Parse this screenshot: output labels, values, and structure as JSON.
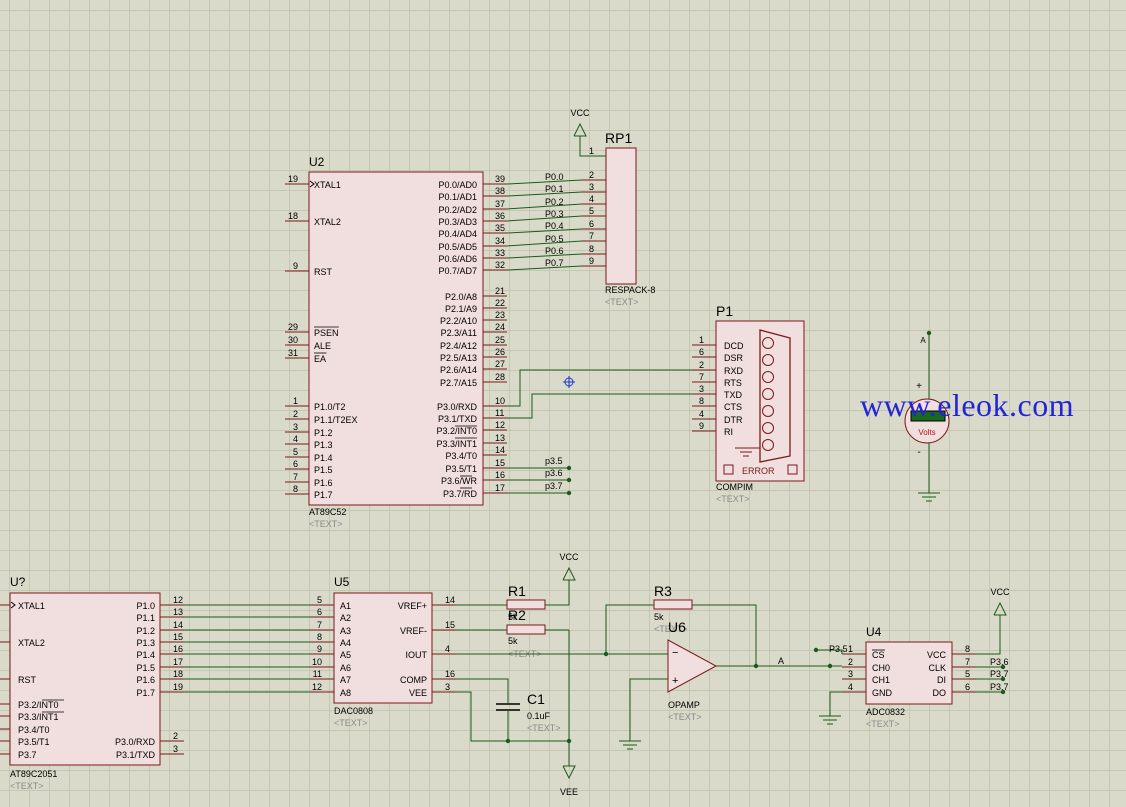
{
  "watermark": "www.eleok.com",
  "parts": {
    "U2": {
      "ref": "U2",
      "name": "AT89C52",
      "text": "<TEXT>",
      "left_pins": [
        [
          "19",
          "XTAL1"
        ],
        [
          "18",
          "XTAL2"
        ],
        [
          "9",
          "RST"
        ],
        [
          "29",
          "PSEN"
        ],
        [
          "30",
          "ALE"
        ],
        [
          "31",
          "EA"
        ],
        [
          "1",
          "P1.0/T2"
        ],
        [
          "2",
          "P1.1/T2EX"
        ],
        [
          "3",
          "P1.2"
        ],
        [
          "4",
          "P1.3"
        ],
        [
          "5",
          "P1.4"
        ],
        [
          "6",
          "P1.5"
        ],
        [
          "7",
          "P1.6"
        ],
        [
          "8",
          "P1.7"
        ]
      ],
      "right_pins": [
        [
          "39",
          "P0.0/AD0"
        ],
        [
          "38",
          "P0.1/AD1"
        ],
        [
          "37",
          "P0.2/AD2"
        ],
        [
          "36",
          "P0.3/AD3"
        ],
        [
          "35",
          "P0.4/AD4"
        ],
        [
          "34",
          "P0.5/AD5"
        ],
        [
          "33",
          "P0.6/AD6"
        ],
        [
          "32",
          "P0.7/AD7"
        ],
        [
          "21",
          "P2.0/A8"
        ],
        [
          "22",
          "P2.1/A9"
        ],
        [
          "23",
          "P2.2/A10"
        ],
        [
          "24",
          "P2.3/A11"
        ],
        [
          "25",
          "P2.4/A12"
        ],
        [
          "26",
          "P2.5/A13"
        ],
        [
          "27",
          "P2.6/A14"
        ],
        [
          "28",
          "P2.7/A15"
        ],
        [
          "10",
          "P3.0/RXD"
        ],
        [
          "11",
          "P3.1/TXD"
        ],
        [
          "12",
          "P3.2/INT0"
        ],
        [
          "13",
          "P3.3/INT1"
        ],
        [
          "14",
          "P3.4/T0"
        ],
        [
          "15",
          "P3.5/T1"
        ],
        [
          "16",
          "P3.6/WR"
        ],
        [
          "17",
          "P3.7/RD"
        ]
      ]
    },
    "RP1": {
      "ref": "RP1",
      "name": "RESPACK-8",
      "text": "<TEXT>",
      "pins": [
        "1",
        "2",
        "3",
        "4",
        "5",
        "6",
        "7",
        "8",
        "9"
      ]
    },
    "P1": {
      "ref": "P1",
      "name": "COMPIM",
      "text": "<TEXT>",
      "error": "ERROR",
      "pins": [
        [
          "1",
          "DCD"
        ],
        [
          "6",
          "DSR"
        ],
        [
          "2",
          "RXD"
        ],
        [
          "7",
          "RTS"
        ],
        [
          "3",
          "TXD"
        ],
        [
          "8",
          "CTS"
        ],
        [
          "4",
          "DTR"
        ],
        [
          "9",
          "RI"
        ]
      ]
    },
    "Uq": {
      "ref": "U?",
      "name": "AT89C2051",
      "text": "<TEXT>",
      "left_pins": [
        "XTAL1",
        "XTAL2",
        "RST",
        "P3.2/INT0",
        "P3.3/INT1",
        "P3.4/T0",
        "P3.5/T1",
        "P3.7"
      ],
      "right_pins": [
        [
          "12",
          "P1.0"
        ],
        [
          "13",
          "P1.1"
        ],
        [
          "14",
          "P1.2"
        ],
        [
          "15",
          "P1.3"
        ],
        [
          "16",
          "P1.4"
        ],
        [
          "17",
          "P1.5"
        ],
        [
          "18",
          "P1.6"
        ],
        [
          "19",
          "P1.7"
        ],
        [
          "2",
          "P3.0/RXD"
        ],
        [
          "3",
          "P3.1/TXD"
        ]
      ]
    },
    "U5": {
      "ref": "U5",
      "name": "DAC0808",
      "text": "<TEXT>",
      "left_pins": [
        [
          "5",
          "A1"
        ],
        [
          "6",
          "A2"
        ],
        [
          "7",
          "A3"
        ],
        [
          "8",
          "A4"
        ],
        [
          "9",
          "A5"
        ],
        [
          "10",
          "A6"
        ],
        [
          "11",
          "A7"
        ],
        [
          "12",
          "A8"
        ]
      ],
      "right_pins": [
        [
          "14",
          "VREF+"
        ],
        [
          "15",
          "VREF-"
        ],
        [
          "4",
          "IOUT"
        ],
        [
          "16",
          "COMP"
        ],
        [
          "3",
          "VEE"
        ]
      ]
    },
    "R1": {
      "ref": "R1",
      "value": "5k"
    },
    "R2": {
      "ref": "R2",
      "value": "5k",
      "text": "<TEXT>"
    },
    "R3": {
      "ref": "R3",
      "value": "5k",
      "text": "<TEXT>"
    },
    "C1": {
      "ref": "C1",
      "value": "0.1uF",
      "text": "<TEXT>"
    },
    "U6": {
      "ref": "U6",
      "name": "OPAMP",
      "text": "<TEXT>"
    },
    "U4": {
      "ref": "U4",
      "name": "ADC0832",
      "text": "<TEXT>",
      "left_pins": [
        [
          "1",
          "CS"
        ],
        [
          "2",
          "CH0"
        ],
        [
          "3",
          "CH1"
        ],
        [
          "4",
          "GND"
        ]
      ],
      "right_pins": [
        [
          "8",
          "VCC"
        ],
        [
          "7",
          "CLK"
        ],
        [
          "5",
          "DI"
        ],
        [
          "6",
          "DO"
        ]
      ]
    },
    "VM": {
      "unit": "Volts",
      "probe": "A",
      "plus": "+",
      "minus": "-"
    }
  },
  "nets": {
    "p0": [
      "P0.0",
      "P0.1",
      "P0.2",
      "P0.3",
      "P0.4",
      "P0.5",
      "P0.6",
      "P0.7"
    ],
    "p3": [
      "p3.5",
      "p3.6",
      "p3.7"
    ],
    "adc": [
      "P3.6",
      "P3.7",
      "P3.7"
    ],
    "cs": "P3.5",
    "probe": "A"
  },
  "power": {
    "vcc": "VCC",
    "vee": "VEE"
  }
}
